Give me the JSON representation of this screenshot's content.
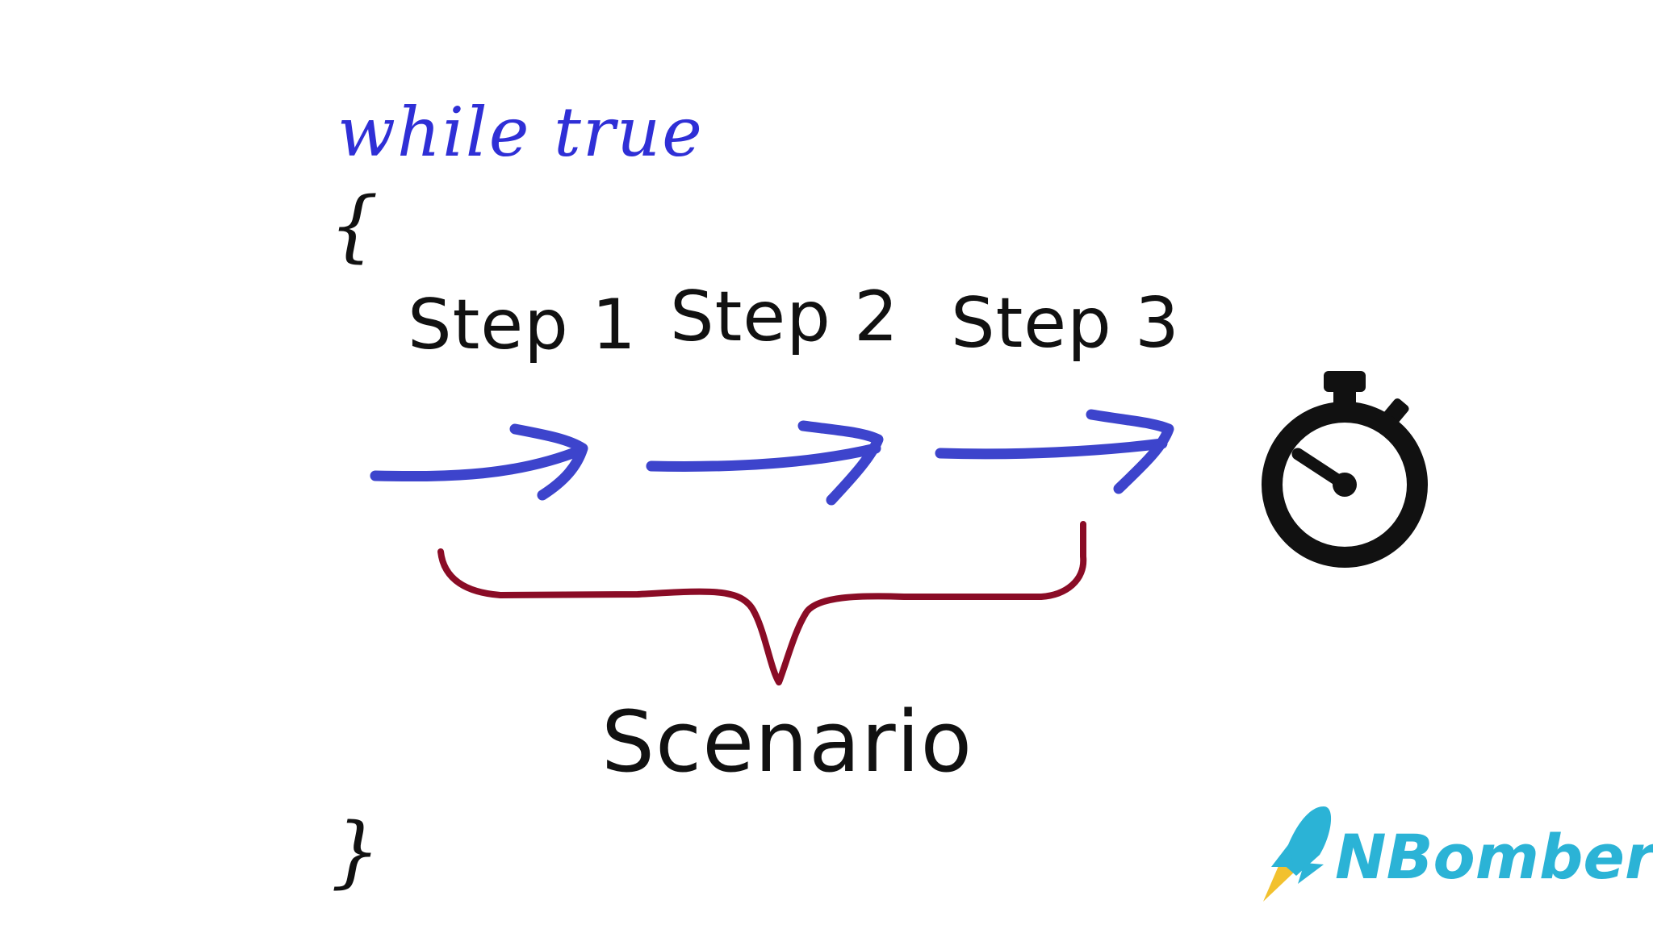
{
  "code": {
    "loop_keyword": "while true",
    "open_brace": "{",
    "close_brace": "}"
  },
  "steps": [
    {
      "label": "Step 1"
    },
    {
      "label": "Step 2"
    },
    {
      "label": "Step 3"
    }
  ],
  "scenario_label": "Scenario",
  "timer_icon": "stopwatch-icon",
  "brand": {
    "name": "NBomber",
    "logo_icon": "rocket-icon"
  },
  "colors": {
    "code": "#2f2fd6",
    "arrows": "#3d44cc",
    "brace_scenario": "#8a0c26",
    "brand": "#2bb3d6",
    "rocket_flame": "#f2c12e",
    "text": "#111111"
  }
}
